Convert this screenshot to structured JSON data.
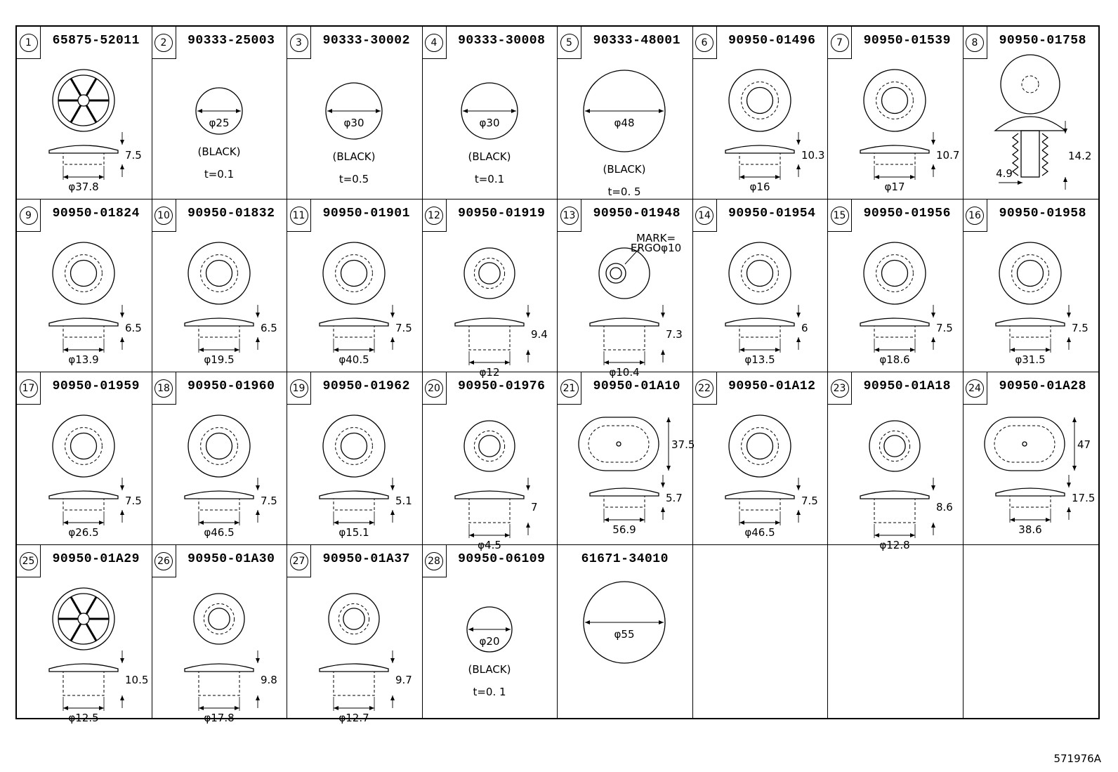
{
  "parts": [
    {
      "no": "1",
      "pn": "65875-52011",
      "kind": "wheel",
      "d": "φ37.8",
      "h": "7.5",
      "extra": []
    },
    {
      "no": "2",
      "pn": "90333-25003",
      "kind": "disk",
      "d": "φ25",
      "h": "",
      "r": 33,
      "extra": [
        "(BLACK)",
        "t=0.1"
      ]
    },
    {
      "no": "3",
      "pn": "90333-30002",
      "kind": "disk",
      "d": "φ30",
      "h": "",
      "r": 40,
      "extra": [
        "(BLACK)",
        "t=0.5"
      ]
    },
    {
      "no": "4",
      "pn": "90333-30008",
      "kind": "disk",
      "d": "φ30",
      "h": "",
      "r": 40,
      "extra": [
        "(BLACK)",
        "t=0.1"
      ]
    },
    {
      "no": "5",
      "pn": "90333-48001",
      "kind": "disk",
      "d": "φ48",
      "h": "",
      "r": 58,
      "extra": [
        "(BLACK)",
        "t=0. 5"
      ]
    },
    {
      "no": "6",
      "pn": "90950-01496",
      "kind": "grommet",
      "d": "φ16",
      "h": "10.3",
      "extra": []
    },
    {
      "no": "7",
      "pn": "90950-01539",
      "kind": "grommet",
      "d": "φ17",
      "h": "10.7",
      "extra": []
    },
    {
      "no": "8",
      "pn": "90950-01758",
      "kind": "clip",
      "d": "4.9",
      "h": "14.2",
      "extra": []
    },
    {
      "no": "9",
      "pn": "90950-01824",
      "kind": "plug",
      "d": "φ13.9",
      "h": "6.5",
      "extra": []
    },
    {
      "no": "10",
      "pn": "90950-01832",
      "kind": "plug",
      "d": "φ19.5",
      "h": "6.5",
      "extra": []
    },
    {
      "no": "11",
      "pn": "90950-01901",
      "kind": "plug",
      "d": "φ40.5",
      "h": "7.5",
      "extra": []
    },
    {
      "no": "12",
      "pn": "90950-01919",
      "kind": "tall",
      "d": "φ12",
      "h": "9.4",
      "extra": []
    },
    {
      "no": "13",
      "pn": "90950-01948",
      "kind": "mark",
      "d": "φ10.4",
      "h": "7.3",
      "note1": "MARK=",
      "note2": "ERGOφ10",
      "extra": []
    },
    {
      "no": "14",
      "pn": "90950-01954",
      "kind": "grommet",
      "d": "φ13.5",
      "h": "6",
      "extra": []
    },
    {
      "no": "15",
      "pn": "90950-01956",
      "kind": "grommet",
      "d": "φ18.6",
      "h": "7.5",
      "extra": []
    },
    {
      "no": "16",
      "pn": "90950-01958",
      "kind": "plug",
      "d": "φ31.5",
      "h": "7.5",
      "extra": []
    },
    {
      "no": "17",
      "pn": "90950-01959",
      "kind": "plug",
      "d": "φ26.5",
      "h": "7.5",
      "extra": []
    },
    {
      "no": "18",
      "pn": "90950-01960",
      "kind": "plug",
      "d": "φ46.5",
      "h": "7.5",
      "extra": []
    },
    {
      "no": "19",
      "pn": "90950-01962",
      "kind": "grommet",
      "d": "φ15.1",
      "h": "5.1",
      "extra": []
    },
    {
      "no": "20",
      "pn": "90950-01976",
      "kind": "tall",
      "d": "φ4.5",
      "h": "7",
      "extra": []
    },
    {
      "no": "21",
      "pn": "90950-01A10",
      "kind": "oval",
      "d": "56.9",
      "h": "5.7",
      "v": "37.5",
      "extra": []
    },
    {
      "no": "22",
      "pn": "90950-01A12",
      "kind": "plug",
      "d": "φ46.5",
      "h": "7.5",
      "extra": []
    },
    {
      "no": "23",
      "pn": "90950-01A18",
      "kind": "tall",
      "d": "φ12.8",
      "h": "8.6",
      "extra": []
    },
    {
      "no": "24",
      "pn": "90950-01A28",
      "kind": "oval",
      "d": "38.6",
      "h": "17.5",
      "v": "47",
      "extra": []
    },
    {
      "no": "25",
      "pn": "90950-01A29",
      "kind": "wheel",
      "d": "φ12.5",
      "h": "10.5",
      "extra": []
    },
    {
      "no": "26",
      "pn": "90950-01A30",
      "kind": "tall",
      "d": "φ17.8",
      "h": "9.8",
      "extra": []
    },
    {
      "no": "27",
      "pn": "90950-01A37",
      "kind": "tall",
      "d": "φ12.7",
      "h": "9.7",
      "extra": []
    },
    {
      "no": "28",
      "pn": "90950-06109",
      "kind": "disk",
      "d": "φ20",
      "h": "",
      "r": 32,
      "extra": [
        "(BLACK)",
        "t=0. 1"
      ]
    },
    {
      "no": "",
      "pn": "61671-34010",
      "kind": "disk",
      "d": "φ55",
      "h": "",
      "r": 58,
      "extra": []
    },
    {
      "no": "",
      "pn": "",
      "kind": "empty",
      "d": "",
      "h": "",
      "extra": []
    },
    {
      "no": "",
      "pn": "",
      "kind": "empty",
      "d": "",
      "h": "",
      "extra": []
    },
    {
      "no": "",
      "pn": "",
      "kind": "empty",
      "d": "",
      "h": "",
      "extra": []
    }
  ],
  "footer_code": "571976A"
}
